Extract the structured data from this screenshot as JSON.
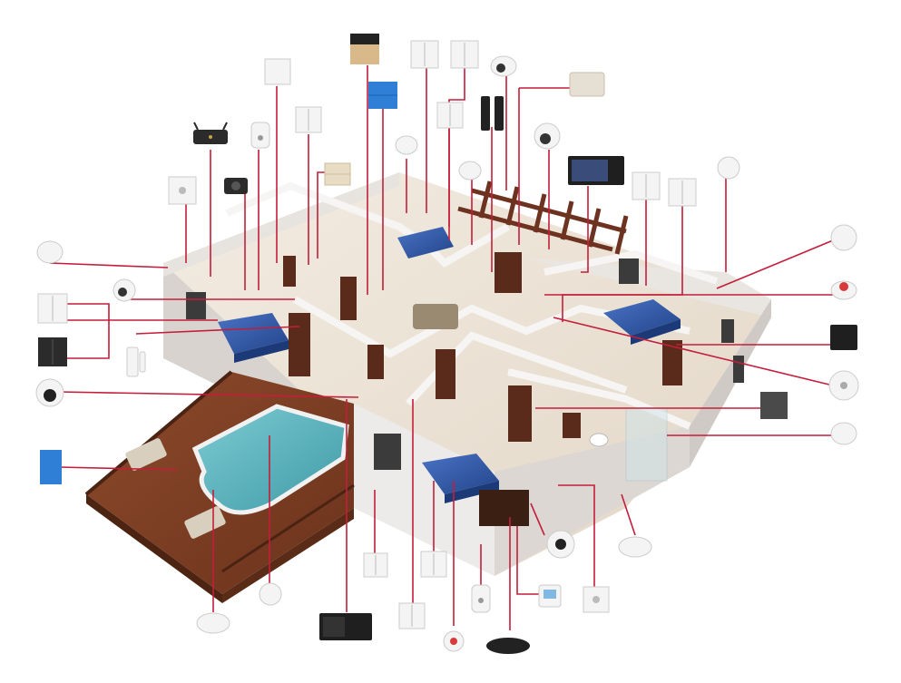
{
  "colors": {
    "accent_line": "#c41e3a",
    "wall": "#f2f0ee",
    "wall_shadow": "#d9d5d1",
    "floor": "#ece3d6",
    "deck": "#7a3b22",
    "pool": "#5fb6c0",
    "bed": "#2f55a4",
    "door": "#5a2a1a",
    "pergola": "#6e3320",
    "device_white": "#f4f4f4",
    "device_dark": "#2b2b2b",
    "device_blue": "#2f7fd6"
  },
  "scene": {
    "description_icon": "smart-home-floorplan"
  },
  "devices": [
    {
      "name": "wifi-router-icon",
      "kind": "router"
    },
    {
      "name": "smart-plug-icon",
      "kind": "plug"
    },
    {
      "name": "single-switch-icon",
      "kind": "switch1"
    },
    {
      "name": "double-switch-icon",
      "kind": "switch2"
    },
    {
      "name": "curtain-panel-icon",
      "kind": "panel"
    },
    {
      "name": "blue-panel-icon",
      "kind": "bluepanel"
    },
    {
      "name": "security-camera-icon",
      "kind": "camera"
    },
    {
      "name": "gateway-hub-icon",
      "kind": "hub"
    },
    {
      "name": "smart-lock-icon",
      "kind": "lock"
    },
    {
      "name": "dome-camera-icon",
      "kind": "dome"
    },
    {
      "name": "touch-screen-panel-icon",
      "kind": "screen"
    },
    {
      "name": "motion-sensor-icon",
      "kind": "sensor"
    },
    {
      "name": "door-sensor-icon",
      "kind": "doorsensor"
    },
    {
      "name": "smoke-alarm-icon",
      "kind": "smoke"
    },
    {
      "name": "thermostat-icon",
      "kind": "thermo"
    },
    {
      "name": "water-leak-sensor-icon",
      "kind": "leak"
    },
    {
      "name": "emergency-button-icon",
      "kind": "sos"
    },
    {
      "name": "robot-vacuum-icon",
      "kind": "vacuum"
    }
  ]
}
